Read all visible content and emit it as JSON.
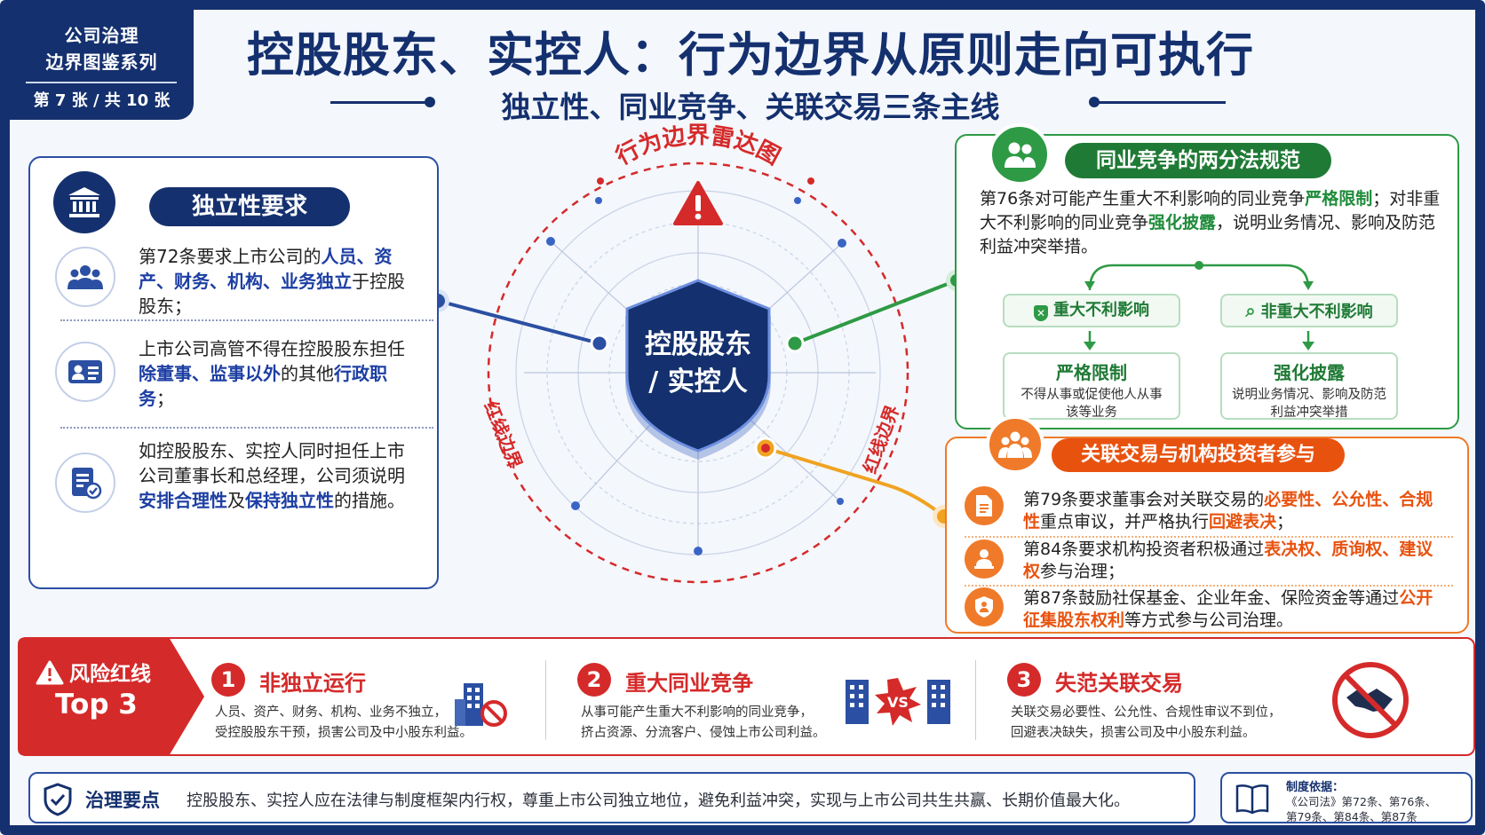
{
  "series": {
    "line1": "公司治理",
    "line2": "边界图鉴系列",
    "page": "第 7 张 / 共 10 张"
  },
  "header": {
    "title": "控股股东、实控人：行为边界从原则走向可执行",
    "subtitle": "独立性、同业竞争、关联交易三条主线"
  },
  "center": {
    "radar_label": "行为边界雷达图",
    "shield_line1": "控股股东",
    "shield_line2": "/ 实控人",
    "red_line_left": "红线边界",
    "red_line_right": "红线边界"
  },
  "independence": {
    "heading": "独立性要求",
    "items": [
      {
        "icon": "people-group-icon",
        "segments": [
          {
            "t": "第72条要求上市公司的",
            "s": ""
          },
          {
            "t": "人员、资产、财务、机构、业务独立",
            "s": "b"
          },
          {
            "t": "于控股股东；",
            "s": ""
          }
        ]
      },
      {
        "icon": "id-card-icon",
        "segments": [
          {
            "t": "上市公司高管不得在控股股东担任",
            "s": ""
          },
          {
            "t": "除董事、监事以外",
            "s": "b"
          },
          {
            "t": "的其他",
            "s": ""
          },
          {
            "t": "行政职务",
            "s": "b"
          },
          {
            "t": "；",
            "s": ""
          }
        ]
      },
      {
        "icon": "checklist-icon",
        "segments": [
          {
            "t": "如控股股东、实控人同时担任上市公司董事长和总经理，公司须说明",
            "s": ""
          },
          {
            "t": "安排合理性",
            "s": "b"
          },
          {
            "t": "及",
            "s": ""
          },
          {
            "t": "保持独立性",
            "s": "b"
          },
          {
            "t": "的措施。",
            "s": ""
          }
        ]
      }
    ]
  },
  "competition": {
    "heading": "同业竞争的两分法规范",
    "segments": [
      {
        "t": "第76条对可能产生重大不利影响的同业竞争",
        "s": ""
      },
      {
        "t": "严格限制",
        "s": "g"
      },
      {
        "t": "；对非重大不利影响的同业竞争",
        "s": ""
      },
      {
        "t": "强化披露",
        "s": "g"
      },
      {
        "t": "，说明业务情况、影响及防范利益冲突举措。",
        "s": ""
      }
    ],
    "branch_left": {
      "label": "重大不利影响",
      "result_title": "严格限制",
      "result_desc": "不得从事或促使他人从事该等业务"
    },
    "branch_right": {
      "label": "非重大不利影响",
      "result_title": "强化披露",
      "result_desc": "说明业务情况、影响及防范利益冲突举措"
    }
  },
  "related": {
    "heading": "关联交易与机构投资者参与",
    "items": [
      {
        "icon": "document-icon",
        "segments": [
          {
            "t": "第79条要求董事会对关联交易的",
            "s": ""
          },
          {
            "t": "必要性、公允性、合规性",
            "s": "o"
          },
          {
            "t": "重点审议，并严格执行",
            "s": ""
          },
          {
            "t": "回避表决",
            "s": "o"
          },
          {
            "t": "；",
            "s": ""
          }
        ]
      },
      {
        "icon": "investor-icon",
        "segments": [
          {
            "t": "第84条要求机构投资者积极通过",
            "s": ""
          },
          {
            "t": "表决权、质询权、建议权",
            "s": "o"
          },
          {
            "t": "参与治理；",
            "s": ""
          }
        ]
      },
      {
        "icon": "shield-people-icon",
        "segments": [
          {
            "t": "第87条鼓励社保基金、企业年金、保险资金等通过",
            "s": ""
          },
          {
            "t": "公开征集股东权利",
            "s": "o"
          },
          {
            "t": "等方式参与公司治理。",
            "s": ""
          }
        ]
      }
    ]
  },
  "risk": {
    "label_line1": "风险红线",
    "label_line2": "Top 3",
    "items": [
      {
        "num": "1",
        "title": "非独立运行",
        "line1": "人员、资产、财务、机构、业务不独立，",
        "line2": "受控股股东干预，损害公司及中小股东利益。",
        "icon": "building-ban-icon"
      },
      {
        "num": "2",
        "title": "重大同业竞争",
        "line1": "从事可能产生重大不利影响的同业竞争，",
        "line2": "挤占资源、分流客户、侵蚀上市公司利益。",
        "icon": "buildings-vs-icon",
        "vs": "VS"
      },
      {
        "num": "3",
        "title": "失范关联交易",
        "line1": "关联交易必要性、公允性、合规性审议不到位，",
        "line2": "回避表决缺失，损害公司及中小股东利益。",
        "icon": "handshake-ban-icon"
      }
    ]
  },
  "footer": {
    "heading": "治理要点",
    "text": "控股股东、实控人应在法律与制度框架内行权，尊重上市公司独立地位，避免利益冲突，实现与上市公司共生共赢、长期价值最大化。",
    "basis_title": "制度依据：",
    "basis_line1": "《公司法》第72条、第76条、",
    "basis_line2": "第79条、第84条、第87条"
  },
  "colors": {
    "navy": "#14306e",
    "blue": "#1d3fa3",
    "green": "#1e8b3a",
    "orange": "#ef7a2a",
    "red": "#d52a2a"
  }
}
